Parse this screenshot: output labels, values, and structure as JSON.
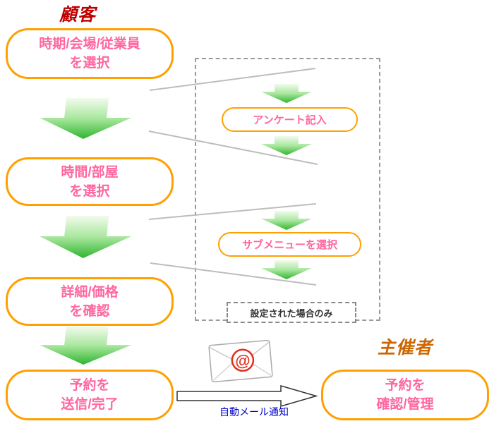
{
  "headings": {
    "customer": "顧客",
    "organizer": "主催者"
  },
  "customer_flow": [
    {
      "line1": "時期/会場/従業員",
      "line2": "を選択"
    },
    {
      "line1": "時間/部屋",
      "line2": "を選択"
    },
    {
      "line1": "詳細/価格",
      "line2": "を確認"
    },
    {
      "line1": "予約を",
      "line2": "送信/完了"
    }
  ],
  "organizer_flow": {
    "line1": "予約を",
    "line2": "確認/管理"
  },
  "optional_region": {
    "steps": [
      {
        "label": "アンケート記入"
      },
      {
        "label": "サブメニューを選択"
      }
    ],
    "note": "設定された場合のみ"
  },
  "notification": {
    "label": "自動メール通知",
    "at_symbol": "@"
  },
  "colors": {
    "box_border": "#FFA000",
    "box_text": "#FF66A0",
    "customer_heading": "#C00000",
    "organizer_heading": "#CC6600",
    "arrow_green": "#2FB52F",
    "notification_text": "#0000CC",
    "connector_gray": "#BDBDBD"
  }
}
